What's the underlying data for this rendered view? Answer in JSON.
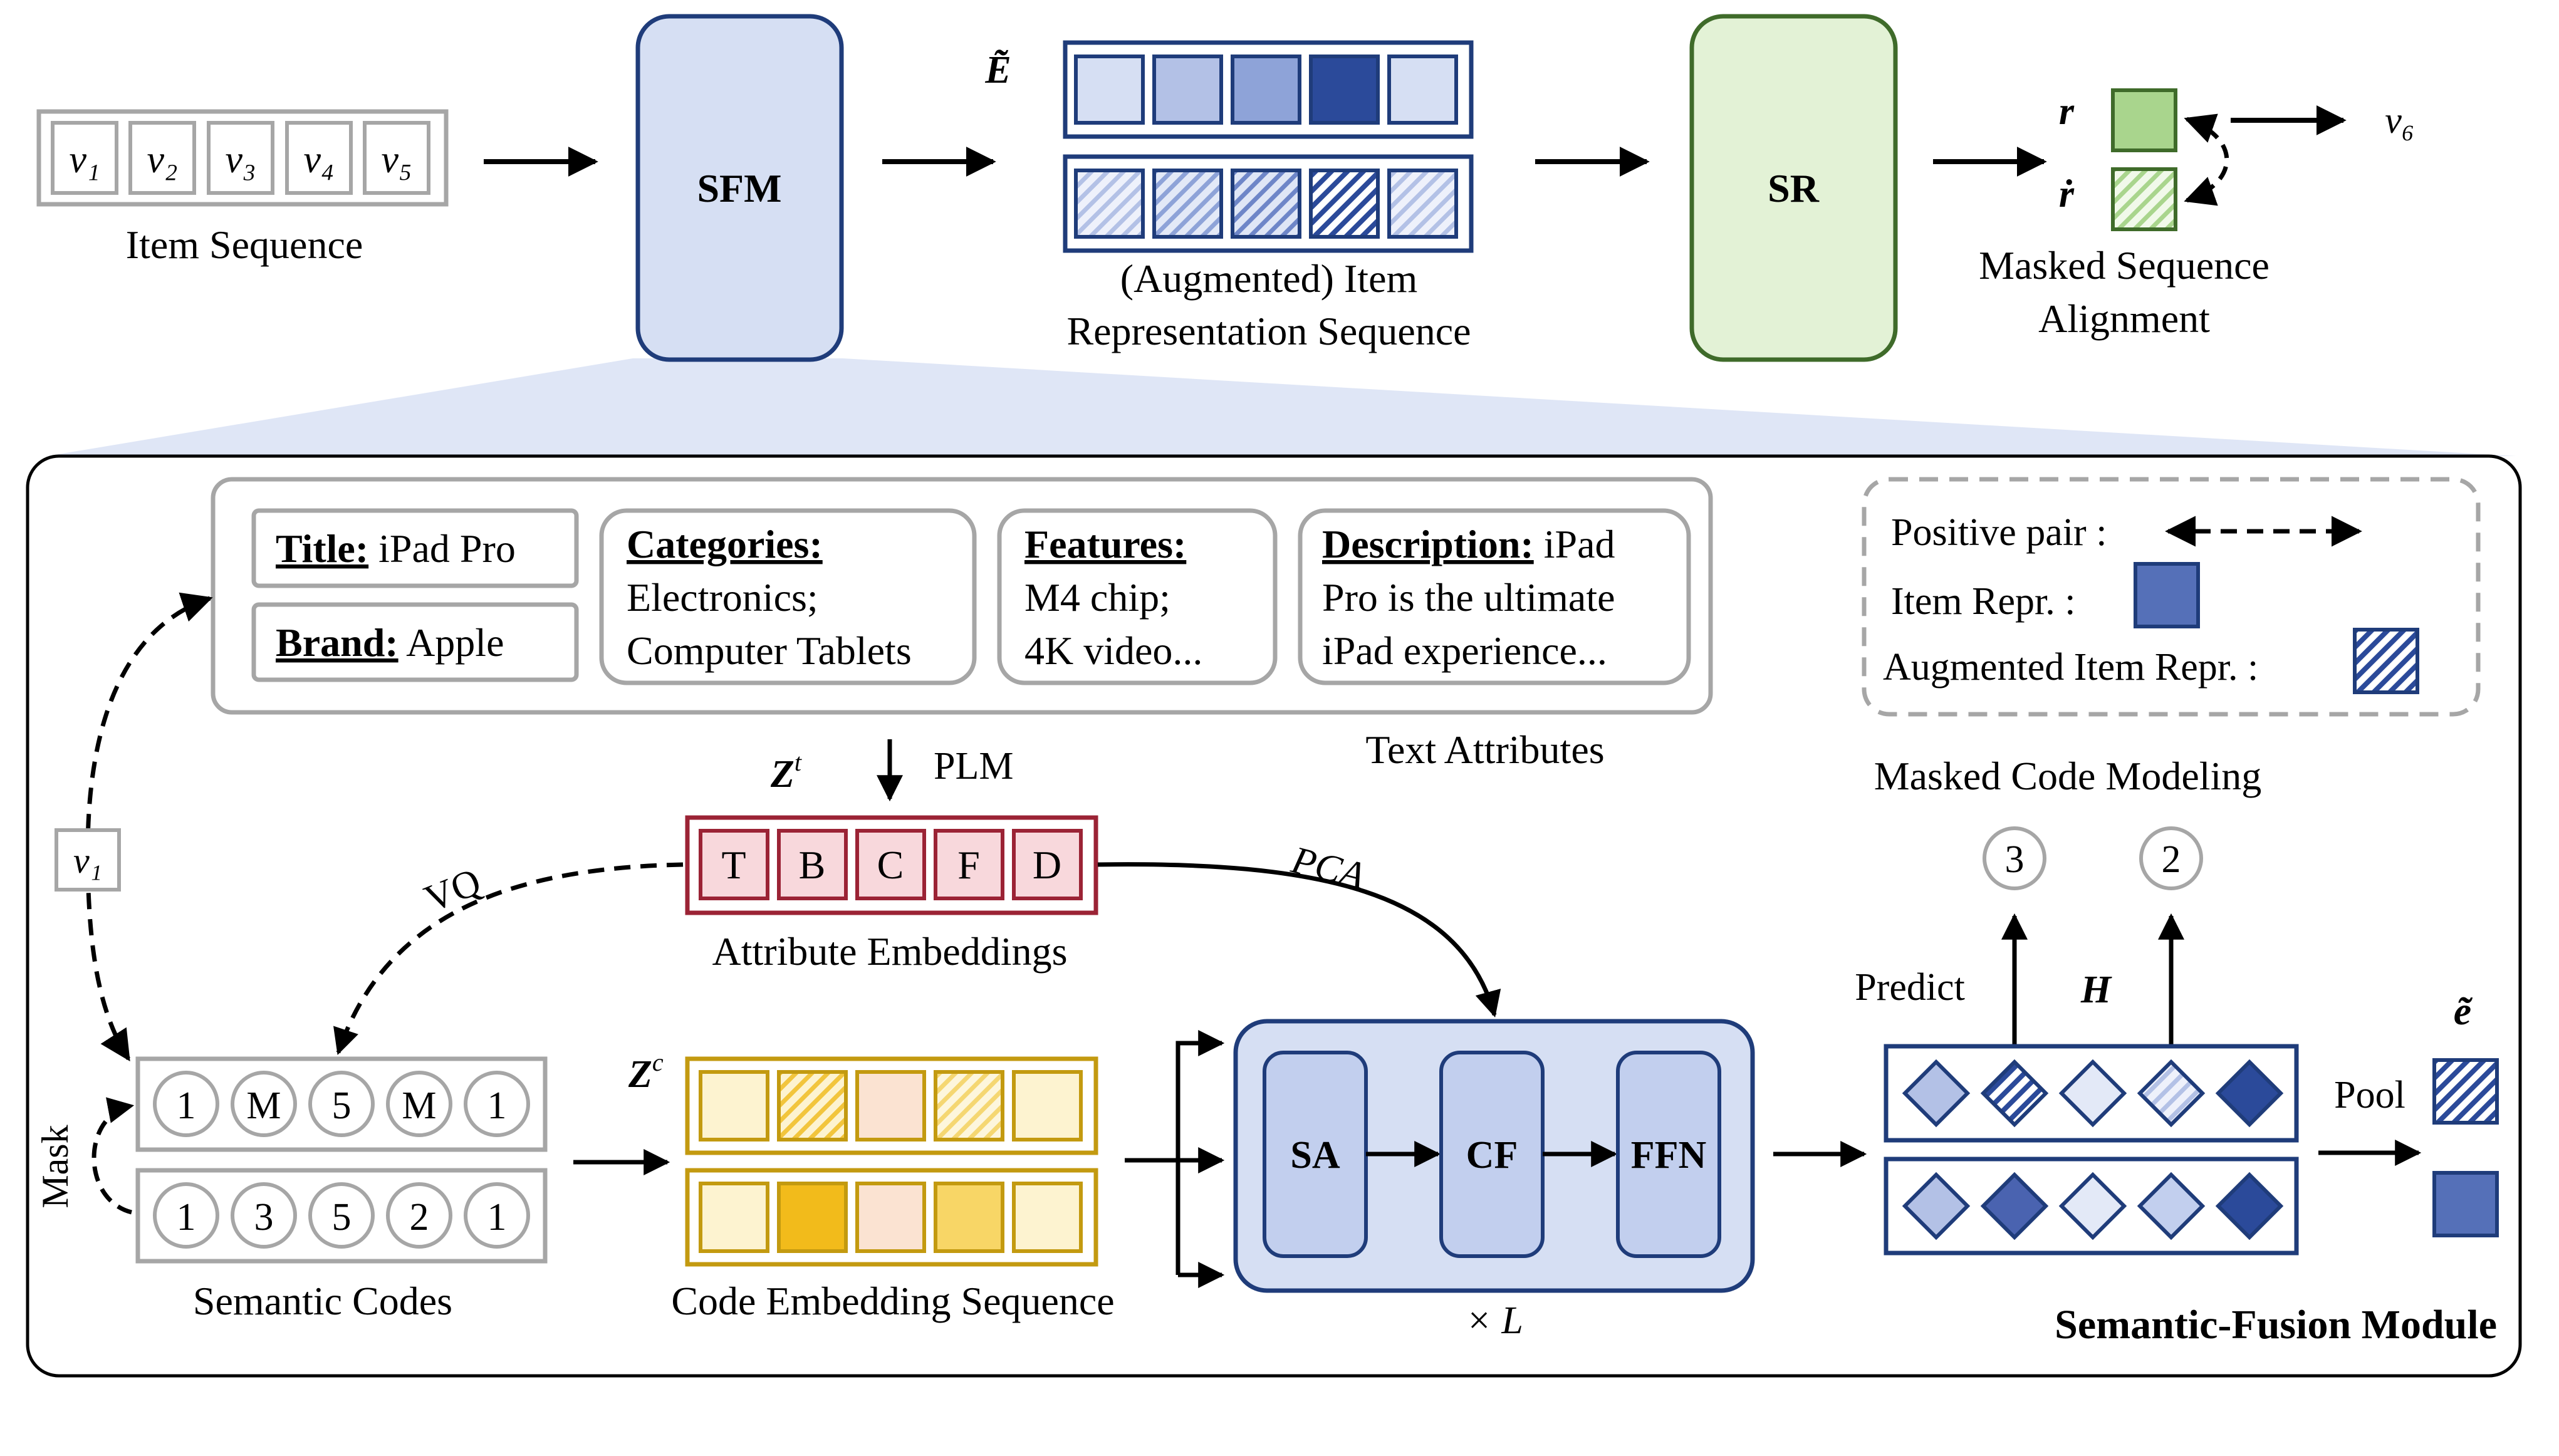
{
  "top": {
    "items": [
      "v₁",
      "v₂",
      "v₃",
      "v₄",
      "v₅"
    ],
    "item_sequence_label": "Item Sequence",
    "sfm_label": "SFM",
    "e_tilde_label": "Ẽ",
    "repr_caption_line1": "(Augmented) Item",
    "repr_caption_line2": "Representation Sequence",
    "sr_label": "SR",
    "r_label": "r",
    "r_dot_label": "ṙ",
    "next_item": "v₆",
    "align_caption_line1": "Masked Sequence",
    "align_caption_line2": "Alignment"
  },
  "module": {
    "title": "Semantic-Fusion Module",
    "attributes": {
      "title_key": "Title:",
      "title_val": " iPad Pro",
      "brand_key": "Brand:",
      "brand_val": " Apple",
      "categories_key": "Categories:",
      "categories_l1": "Electronics;",
      "categories_l2": "Computer Tablets",
      "features_key": "Features:",
      "features_l1": "M4 chip;",
      "features_l2": "4K video...",
      "description_key": "Description:",
      "description_l0": " iPad",
      "description_l1": "Pro is the ultimate",
      "description_l2": "iPad experience...",
      "caption": "Text Attributes"
    },
    "legend": {
      "positive_pair": "Positive pair :",
      "item_repr": "Item Repr. :",
      "aug_item_repr": "Augmented Item Repr. :"
    },
    "plm_label": "PLM",
    "zt_label": "Z",
    "zt_sup": "t",
    "attr_letters": [
      "T",
      "B",
      "C",
      "F",
      "D"
    ],
    "attr_caption": "Attribute Embeddings",
    "vq_label": "VQ",
    "pca_label": "PCA",
    "v1_label": "v₁",
    "mask_label": "Mask",
    "masked_codes": [
      "1",
      "M",
      "5",
      "M",
      "1"
    ],
    "codes": [
      "1",
      "3",
      "5",
      "2",
      "1"
    ],
    "codes_caption": "Semantic Codes",
    "zc_label": "Z",
    "zc_sup": "c",
    "code_emb_caption": "Code Embedding Sequence",
    "sa_label": "SA",
    "cf_label": "CF",
    "ffn_label": "FFN",
    "times_l": "× L",
    "mcm_label": "Masked Code Modeling",
    "pred_codes": [
      "3",
      "2"
    ],
    "predict_label": "Predict",
    "h_label": "H",
    "pool_label": "Pool",
    "e_tilde_small": "ẽ"
  },
  "colors": {
    "blue_dark": "#2b4a9a",
    "blue_fill": "#d6dff3",
    "green_dark": "#3f6b2a",
    "green_fill": "#e3f2d6",
    "maroon": "#9b2335",
    "gold": "#c39a10",
    "gray": "#a6a6a6"
  }
}
